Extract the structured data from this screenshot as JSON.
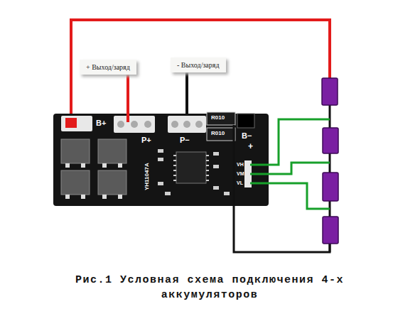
{
  "diagram": {
    "caption": "Рис.1 Условная схема подключения 4-х аккумуляторов",
    "nodes": [
      {
        "text": [
          "B+",
          "P+",
          "P−",
          "B−",
          "+",
          "R010",
          "R010",
          "YH11047A",
          "VH",
          "VM",
          "VL"
        ]
      },
      {
        "text": [
          "+ Выход/заряд"
        ]
      },
      {
        "text": [
          "- Выход/заряд"
        ]
      }
    ],
    "edges": [
      {
        "from": 1,
        "to": 0,
        "arrow": "none"
      },
      {
        "from": 2,
        "to": 0,
        "arrow": "none"
      }
    ]
  }
}
